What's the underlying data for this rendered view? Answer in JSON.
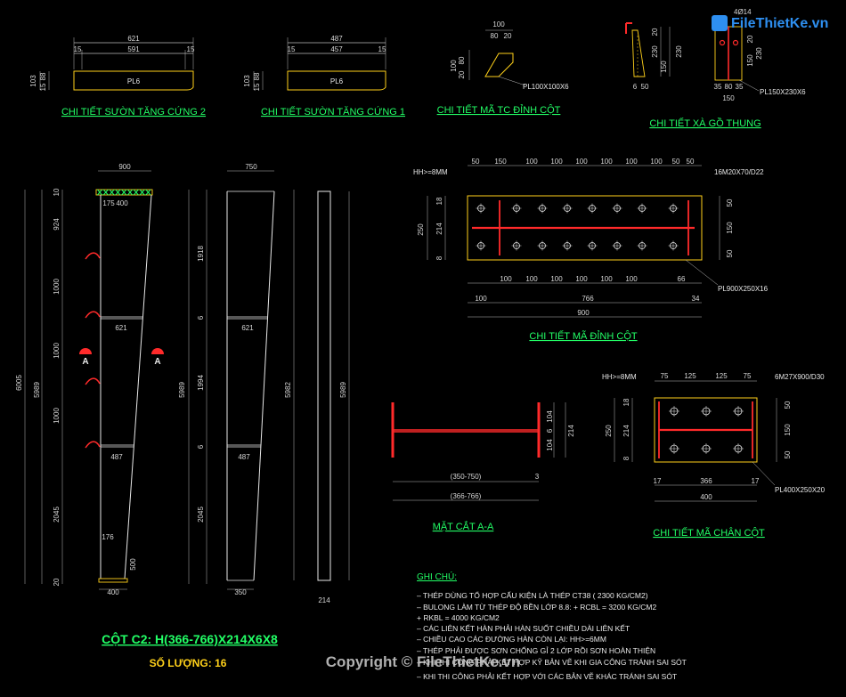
{
  "logo_text": "FileThietKe.vn",
  "watermark": "Copyright © FileThietKe.vn",
  "rib2": {
    "title": "CHI TIẾT SƯỜN TĂNG CỨNG 2",
    "plate": "PL6",
    "dim_total": "621",
    "dim_left": "15",
    "dim_mid": "591",
    "dim_right": "15",
    "h1": "103",
    "h2": "88",
    "h3": "15"
  },
  "rib1": {
    "title": "CHI TIẾT SƯỜN TĂNG CỨNG 1",
    "plate": "PL6",
    "dim_total": "487",
    "dim_left": "15",
    "dim_mid": "457",
    "dim_right": "15",
    "h1": "103",
    "h2": "88",
    "h3": "15"
  },
  "tc": {
    "title": "CHI TIẾT MÃ TC ĐỈNH CỘT",
    "plate": "PL100X100X6",
    "top": "100",
    "t1": "80",
    "t2": "20",
    "l1": "100",
    "l2": "20",
    "l3": "80"
  },
  "xa": {
    "title": "CHI TIẾT XÀ GỒ THUNG",
    "plate": "PL150X230X6",
    "d20": "20",
    "d230": "230",
    "d150": "150",
    "b6": "6",
    "b50": "50",
    "r20": "20",
    "r150": "150",
    "r230": "230",
    "label_4014": "4Ø14",
    "bt35": "35",
    "bt80": "80",
    "bt35b": "35",
    "bt150": "150"
  },
  "top_plate": {
    "title": "CHI TIẾT MÃ ĐỈNH CỘT",
    "weld": "HH>=8MM",
    "bolts": "16M20X70/D22",
    "plate": "PL900X250X16",
    "top_dims": [
      "50",
      "150",
      "100",
      "100",
      "100",
      "100",
      "100",
      "100",
      "50",
      "50"
    ],
    "bot_dims": [
      "100",
      "100",
      "100",
      "100",
      "100",
      "100",
      "66"
    ],
    "left_dims": [
      "18",
      "214",
      "8"
    ],
    "left_total": "250",
    "right_dims": [
      "50",
      "150",
      "50"
    ],
    "d100": "100",
    "d766": "766",
    "d34": "34",
    "d900": "900"
  },
  "base_plate": {
    "title": "CHI TIẾT MÃ CHÂN CỘT",
    "weld": "HH>=8MM",
    "bolts": "6M27X900/D30",
    "plate": "PL400X250X20",
    "top_dims": [
      "75",
      "125",
      "125",
      "75"
    ],
    "left_dims": [
      "18",
      "214",
      "8"
    ],
    "left_total": "250",
    "right_dims": [
      "50",
      "150",
      "50"
    ],
    "d17a": "17",
    "d366": "366",
    "d17b": "17",
    "d400": "400"
  },
  "section": {
    "title": "MẶT CẮT A-A",
    "d104a": "104",
    "d104b": "104",
    "d6": "6",
    "d214": "214",
    "range1": "(350-750)",
    "range2": "(366-766)",
    "d3": "3"
  },
  "column": {
    "title": "CỘT C2: H(366-766)X214X6X8",
    "qty": "SỐ LƯỢNG: 16",
    "top900": "900",
    "d175": "175",
    "d400": "400",
    "d621": "621",
    "d487": "487",
    "d176": "176",
    "d500": "500",
    "bot400": "400",
    "left_total": "6005",
    "mid_total": "5989",
    "segs": [
      "10",
      "924",
      "1000",
      "1000",
      "1000",
      "2045",
      "20"
    ],
    "sec_a_left": "A",
    "sec_a_right": "A"
  },
  "column2": {
    "top750": "750",
    "d621": "621",
    "d487": "487",
    "bot350": "350",
    "segs": [
      "1918",
      "6",
      "1994",
      "6",
      "2045"
    ],
    "total": "5989",
    "inner": "5982"
  },
  "column3": {
    "total": "5989",
    "bot": "214"
  },
  "notes": {
    "heading": "GHI CHÚ:",
    "lines": [
      "– THÉP DÙNG TỔ HỢP CẤU KIỆN LÀ THÉP CT38 ( 2300 KG/CM2)",
      "– BULONG LÀM TỪ THÉP ĐỘ BỀN LỚP 8.8: + RCBL = 3200 KG/CM2",
      "+ RKBL = 4000 KG/CM2",
      "– CÁC LIÊN KẾT HÀN PHẢI HÀN SUỐT CHIỀU DÀI LIÊN KẾT",
      "– CHIỀU CAO CÁC ĐƯỜNG HÀN CÒN LẠI: HH>=6MM",
      "– THÉP PHẢI ĐƯỢC SƠN CHỐNG GỈ 2 LỚP RỒI SƠN HOÀN THIỆN",
      "– KHI THI CÔNG PHẢI KẾT HỢP KỸ BẢN VẼ KHI GIA CÔNG TRÁNH SAI SÓT",
      "– KHI THI CÔNG PHẢI KẾT HỢP VỚI CÁC BẢN VẼ KHÁC TRÁNH SAI SÓT"
    ]
  }
}
